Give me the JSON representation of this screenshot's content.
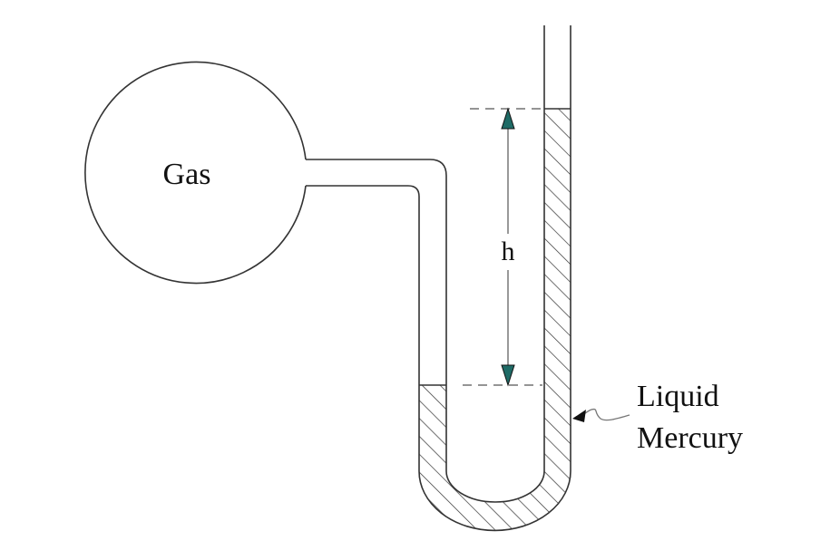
{
  "diagram": {
    "title": "Open-tube manometer",
    "labels": {
      "gas": "Gas",
      "height": "h",
      "mercury_line1": "Liquid",
      "mercury_line2": "Mercury"
    },
    "colors": {
      "stroke": "#333333",
      "arrowhead": "#1f6b66",
      "background": "#ffffff"
    }
  }
}
